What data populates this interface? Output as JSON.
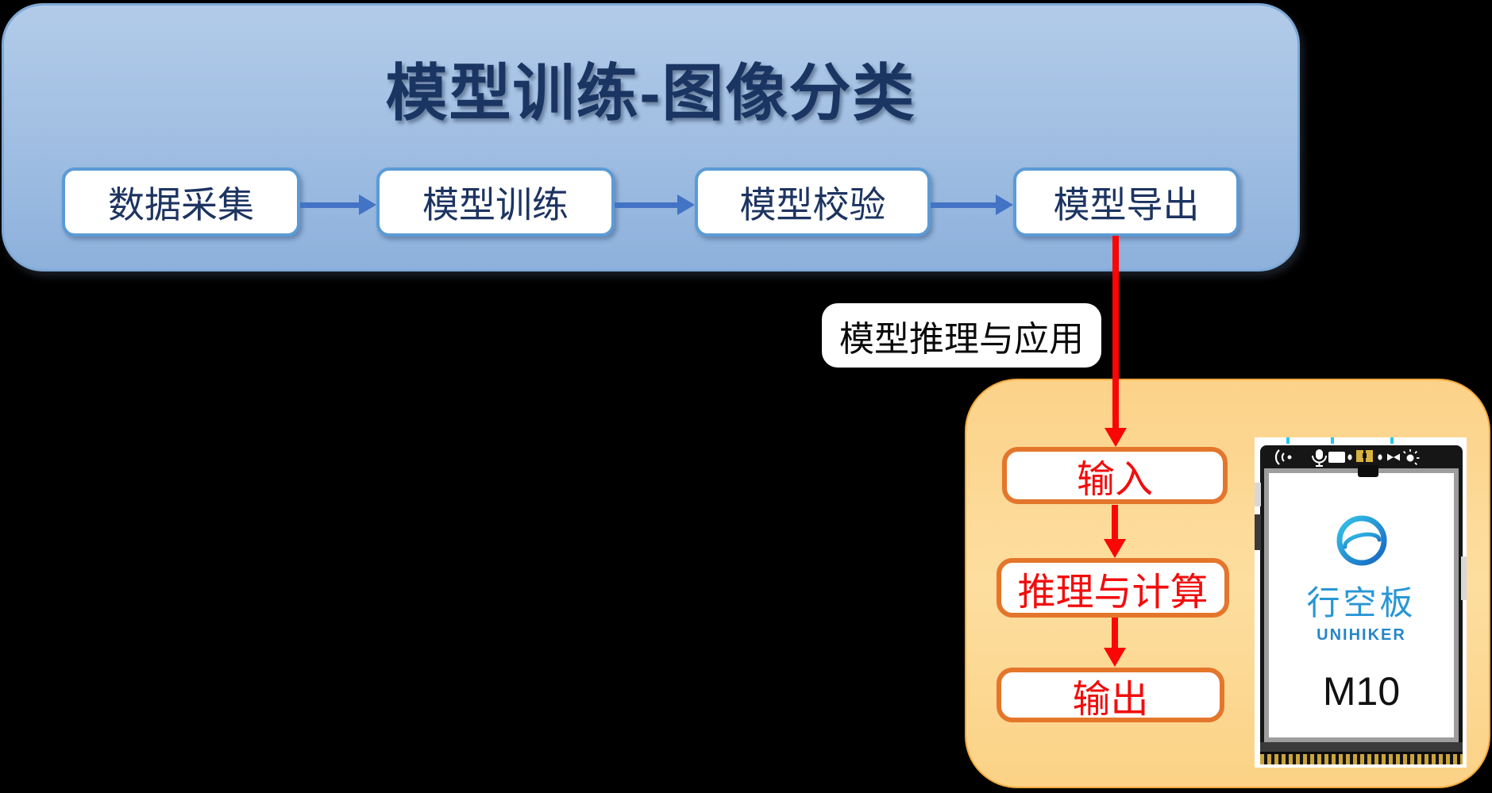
{
  "colors": {
    "bg": "#000000",
    "panel-border": "#7fa9d6",
    "title-color": "#1b3563",
    "navy": "#1d3461",
    "step-border": "#5b9bd5",
    "blue-arrow": "#4273c4",
    "red": "#fb0606",
    "orange-border": "#f2a93d",
    "inner-border": "#e4762b",
    "inner-text": "#f20d0d",
    "brand-cn": "#2796d4",
    "brand-en": "#2785c9"
  },
  "training_panel": {
    "title": "模型训练-图像分类",
    "steps": [
      {
        "label": "数据采集"
      },
      {
        "label": "模型训练"
      },
      {
        "label": "模型校验"
      },
      {
        "label": "模型导出"
      }
    ]
  },
  "transition": {
    "label": "模型推理与应用"
  },
  "inference_panel": {
    "steps": [
      {
        "label": "输入"
      },
      {
        "label": "推理与计算"
      },
      {
        "label": "输出"
      }
    ]
  },
  "device": {
    "brand_cn": "行空板",
    "brand_en": "UNIHIKER",
    "model": "M10"
  }
}
